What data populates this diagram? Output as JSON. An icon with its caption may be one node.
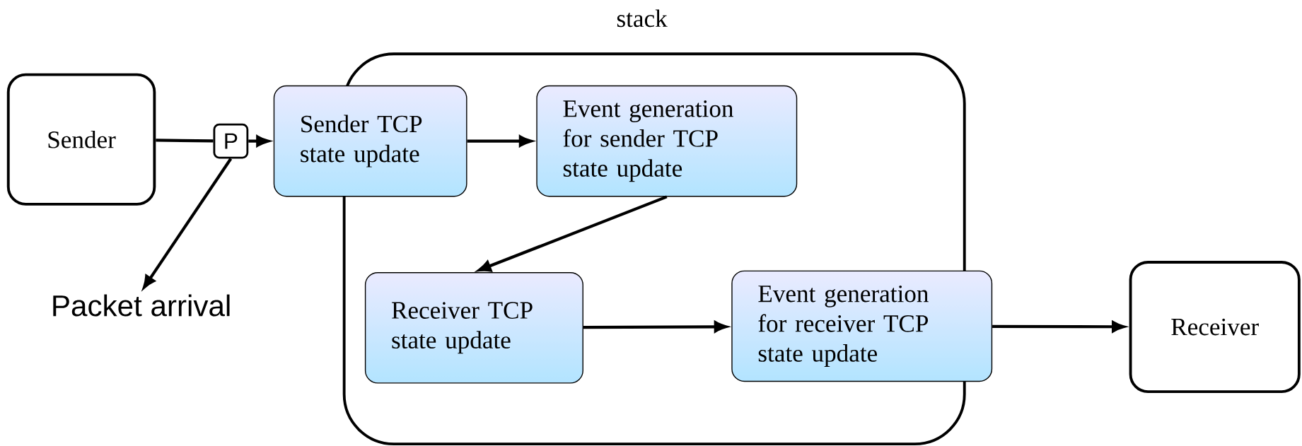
{
  "diagram": {
    "nodes": [
      {
        "text": [
          "Sender"
        ]
      },
      {
        "text": [
          "stack"
        ]
      },
      {
        "text": [
          "Sender TCP state update"
        ]
      },
      {
        "text": [
          "Event generation for sender TCP state update"
        ],
        "in": 1
      },
      {
        "text": [
          "Receiver TCP state update"
        ],
        "in": 1
      },
      {
        "text": [
          "Event generation for receiver TCP state update"
        ]
      },
      {
        "text": [
          "Receiver"
        ]
      },
      {
        "text": [
          "P"
        ]
      },
      {
        "text": [
          "Packet arrival"
        ]
      }
    ],
    "edges": [
      {
        "from": 0,
        "to": 7,
        "arrow": "none"
      },
      {
        "from": 7,
        "to": 2,
        "arrow": "to"
      },
      {
        "from": 7,
        "to": 8,
        "arrow": "to"
      },
      {
        "from": 2,
        "to": 3,
        "arrow": "to"
      },
      {
        "from": 3,
        "to": 4,
        "arrow": "to"
      },
      {
        "from": 4,
        "to": 5,
        "arrow": "to"
      },
      {
        "from": 5,
        "to": 6,
        "arrow": "to"
      }
    ]
  }
}
